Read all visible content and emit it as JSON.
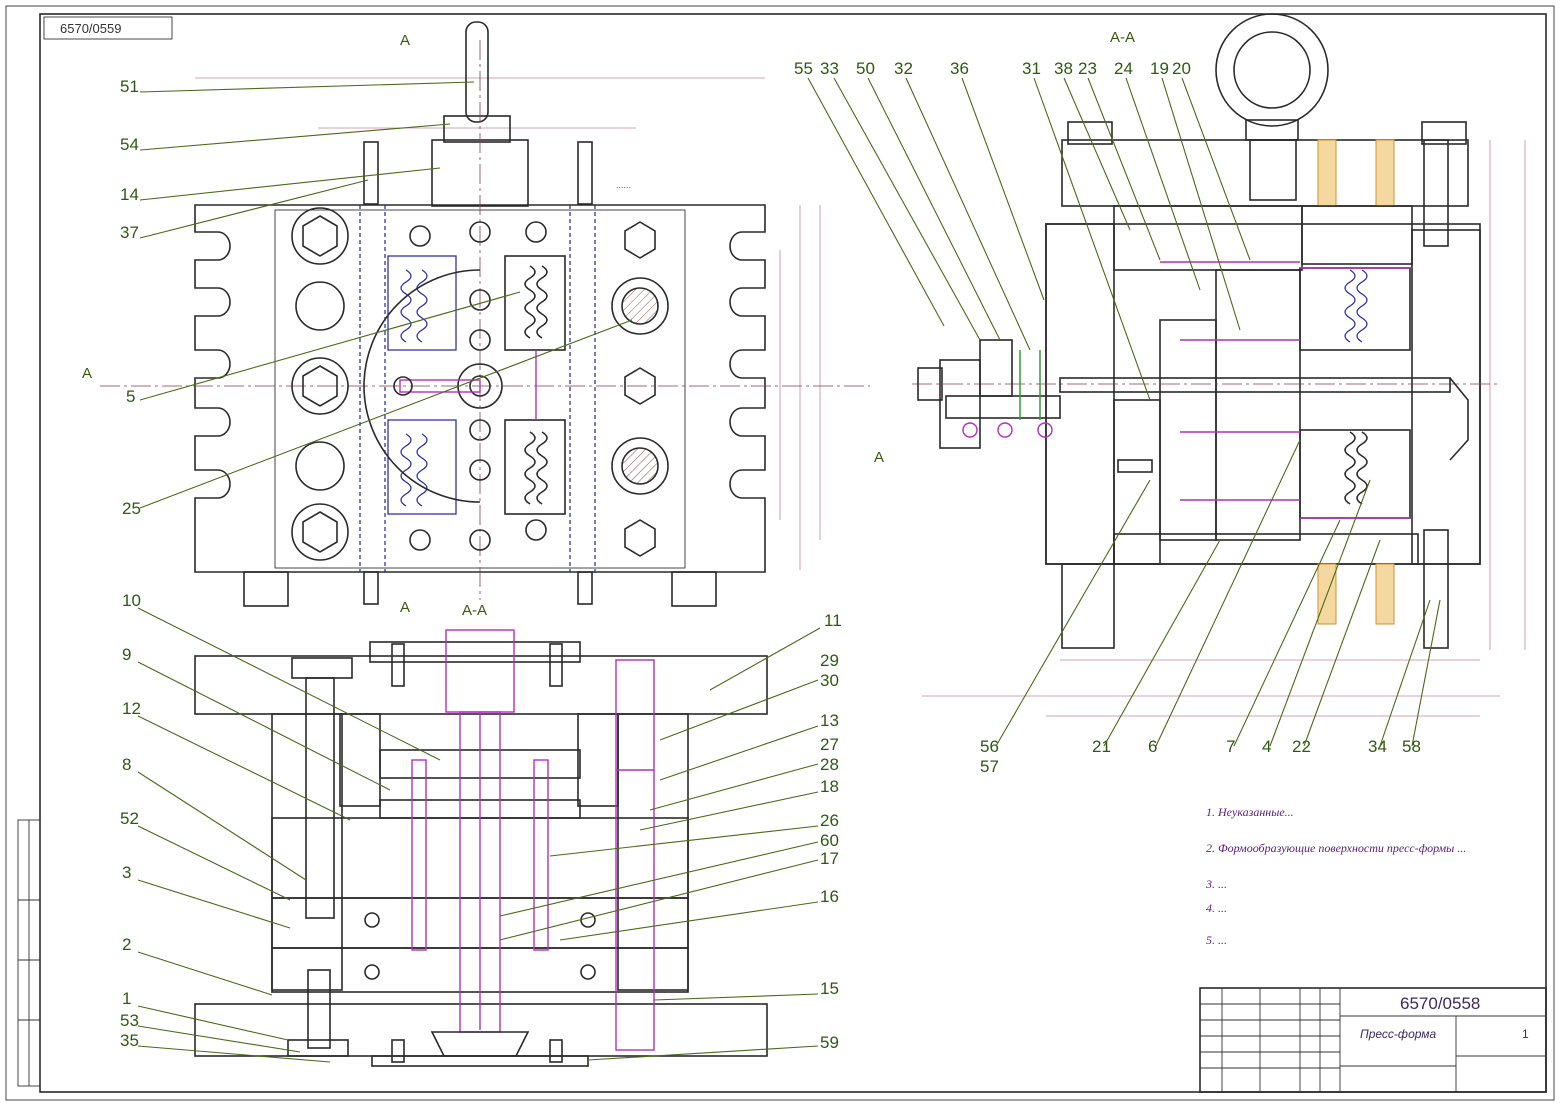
{
  "corner_stamp": "6570/0559",
  "section_label": "A-A",
  "section_mark": "A",
  "callouts_left_top": [
    "51",
    "54",
    "14",
    "37",
    "5",
    "25"
  ],
  "callouts_left_bottom": [
    "10",
    "9",
    "12",
    "8",
    "52",
    "3",
    "2",
    "1",
    "53",
    "35"
  ],
  "callouts_right_bottom_view": [
    "11",
    "29",
    "30",
    "13",
    "27",
    "28",
    "18",
    "26",
    "60",
    "17",
    "16",
    "15",
    "59"
  ],
  "callouts_top_right": [
    "55",
    "33",
    "50",
    "32",
    "36",
    "31",
    "38",
    "23",
    "24",
    "19",
    "20"
  ],
  "callouts_right_bottom": [
    "56",
    "57",
    "21",
    "6",
    "7",
    "4",
    "22",
    "34",
    "58"
  ],
  "notes": [
    "1. Неуказанные...",
    "2. Формообразующие поверхности пресс-формы ...",
    "3. ...",
    "4. ...",
    "5. ..."
  ],
  "title_block": {
    "drawing_number": "6570/0558",
    "name": "Пресс-форма",
    "sheet": "1"
  },
  "colors": {
    "hatch": "#b0706a",
    "magenta": "#b22fc0",
    "blue": "#2222aa",
    "leader": "#4a6a1a"
  }
}
